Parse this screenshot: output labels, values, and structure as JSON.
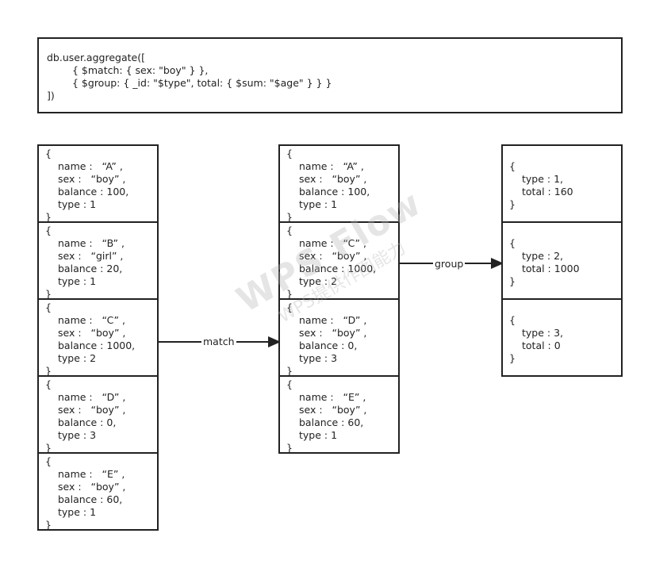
{
  "query": {
    "lines": [
      "db.user.aggregate([",
      "{ $match: { sex: \"boy\" } },",
      "{ $group: { _id: \"$type\", total: { $sum: \"$age\" } } }",
      "])"
    ]
  },
  "source_docs": [
    {
      "open": "{",
      "name": "name :   “A” ,",
      "sex": "sex :   “boy” ,",
      "balance": "balance : 100,",
      "type": "type : 1",
      "close": "}"
    },
    {
      "open": "{",
      "name": "name :   “B” ,",
      "sex": "sex :   “girl” ,",
      "balance": "balance : 20,",
      "type": "type : 1",
      "close": "}"
    },
    {
      "open": "{",
      "name": "name :   “C” ,",
      "sex": "sex :   “boy” ,",
      "balance": "balance : 1000,",
      "type": "type : 2",
      "close": "}"
    },
    {
      "open": "{",
      "name": "name :   “D” ,",
      "sex": "sex :   “boy” ,",
      "balance": "balance : 0,",
      "type": "type : 3",
      "close": "}"
    },
    {
      "open": "{",
      "name": "name :   “E” ,",
      "sex": "sex :   “boy” ,",
      "balance": "balance : 60,",
      "type": "type : 1",
      "close": "}"
    }
  ],
  "matched_docs": [
    {
      "open": "{",
      "name": "name :   “A” ,",
      "sex": "sex :   “boy” ,",
      "balance": "balance : 100,",
      "type": "type : 1",
      "close": "}"
    },
    {
      "open": "{",
      "name": "name :   “C” ,",
      "sex": "sex :   “boy” ,",
      "balance": "balance : 1000,",
      "type": "type : 2",
      "close": "}"
    },
    {
      "open": "{",
      "name": "name :   “D” ,",
      "sex": "sex :   “boy” ,",
      "balance": "balance : 0,",
      "type": "type : 3",
      "close": "}"
    },
    {
      "open": "{",
      "name": "name :   “E” ,",
      "sex": "sex :   “boy” ,",
      "balance": "balance : 60,",
      "type": "type : 1",
      "close": "}"
    }
  ],
  "grouped_docs": [
    {
      "open": "{",
      "type": "type : 1,",
      "total": "total : 160",
      "close": "}"
    },
    {
      "open": "{",
      "type": "type : 2,",
      "total": "total : 1000",
      "close": "}"
    },
    {
      "open": "{",
      "type": "type : 3,",
      "total": "total : 0",
      "close": "}"
    }
  ],
  "arrows": {
    "match_label": "match",
    "group_label": "group"
  },
  "watermark": {
    "big": "WPS Flow",
    "small": "WPS提供作图能力"
  }
}
